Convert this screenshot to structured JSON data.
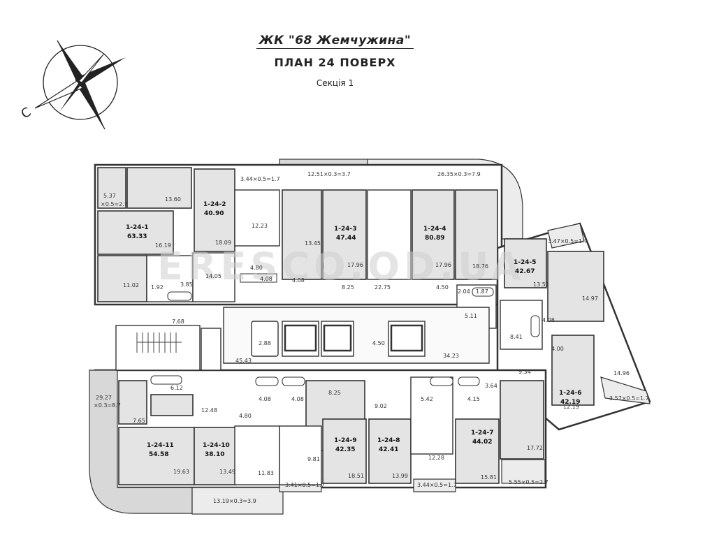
{
  "header": {
    "title": "ЖК \"68 Жемчужина\"",
    "subtitle": "ПЛАН 24 ПОВЕРХ",
    "section": "Секція 1"
  },
  "compass": {
    "north_letter": "С"
  },
  "watermark": "ERESCO.OD.UA",
  "apartments": [
    {
      "id": "1-24-1",
      "area": "63.33"
    },
    {
      "id": "1-24-2",
      "area": "40.90"
    },
    {
      "id": "1-24-3",
      "area": "47.44"
    },
    {
      "id": "1-24-4",
      "area": "80.89"
    },
    {
      "id": "1-24-5",
      "area": "42.67"
    },
    {
      "id": "1-24-6",
      "area": "42.19"
    },
    {
      "id": "1-24-7",
      "area": "44.02"
    },
    {
      "id": "1-24-8",
      "area": "42.41"
    },
    {
      "id": "1-24-9",
      "area": "42.35"
    },
    {
      "id": "1-24-10",
      "area": "38.10"
    },
    {
      "id": "1-24-11",
      "area": "54.58"
    }
  ],
  "balconies": [
    "3.44×0.5=1.7",
    "12.51×0.3=3.7",
    "26.35×0.3=7.9",
    "3.47×0.5=1.7",
    "3.57×0.5=1.7",
    "5.55×0.5=2.7",
    "3.44×0.5=1.7",
    "3.41×0.5=1.7",
    "13.19×0.3=3.9",
    "29.27",
    "×0.3=8.7",
    "5.37",
    "×0.5=2.7"
  ],
  "rooms": [
    "13.60",
    "16.19",
    "11.02",
    "1.92",
    "3.85",
    "18.09",
    "12.23",
    "14.05",
    "4.80",
    "4.08",
    "4.08",
    "13.45",
    "17.96",
    "8.25",
    "22.75",
    "17.96",
    "4.50",
    "18.76",
    "2.04",
    "1.87",
    "5.11",
    "13.51",
    "14.97",
    "4.08",
    "4.00",
    "8.41",
    "9.34",
    "14.96",
    "12.19",
    "7.68",
    "2.88",
    "4.50",
    "34.23",
    "45.43",
    "6.12",
    "12.48",
    "7.65",
    "4.80",
    "4.08",
    "4.08",
    "8.25",
    "9.02",
    "5.42",
    "4.15",
    "3.64",
    "17.72",
    "19.63",
    "13.49",
    "11.83",
    "9.81",
    "18.51",
    "13.99",
    "12.28",
    "15.81"
  ]
}
